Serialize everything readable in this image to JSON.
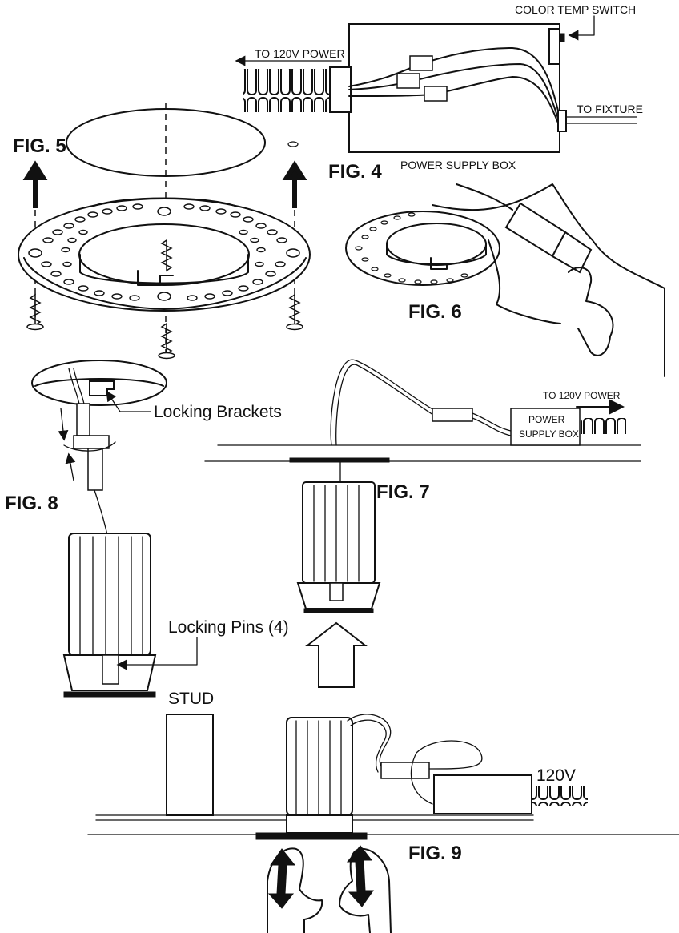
{
  "figures": {
    "fig4": "FIG. 4",
    "fig5": "FIG. 5",
    "fig6": "FIG. 6",
    "fig7": "FIG. 7",
    "fig8": "FIG. 8",
    "fig9": "FIG. 9"
  },
  "labels": {
    "color_temp_switch": "COLOR TEMP SWITCH",
    "to_120v_power": "TO 120V POWER",
    "to_fixture": "TO FIXTURE",
    "power_supply_box": "POWER SUPPLY BOX",
    "locking_brackets": "Locking Brackets",
    "to_120v_power_fig7": "TO 120V POWER",
    "power_box_line1": "POWER",
    "power_box_line2": "SUPPLY BOX",
    "locking_pins": "Locking Pins (4)",
    "stud": "STUD",
    "v120": "120V"
  }
}
